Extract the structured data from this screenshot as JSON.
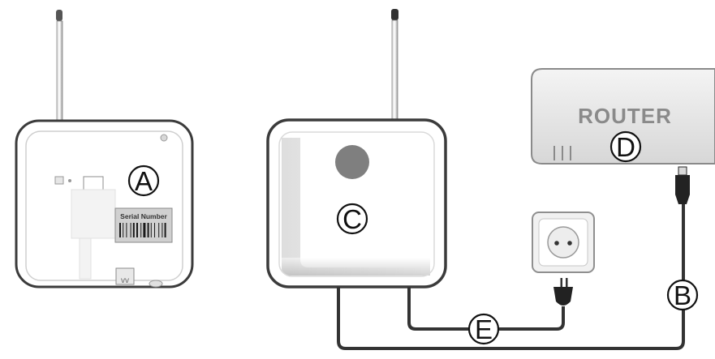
{
  "labels": {
    "back_of_unit": "A",
    "cable_to_router": "B",
    "gateway": "C",
    "router": "D",
    "power_cable": "E"
  },
  "router_text": "ROUTER",
  "serial_label": "Serial Number",
  "colors": {
    "device_body": "#ffffff",
    "device_outline": "#3b3b3b",
    "shading": "#bdbdbd",
    "led": "#7f7f7f",
    "cable": "#333333",
    "router_body": "#ececec",
    "router_text": "#8a8a8a"
  }
}
